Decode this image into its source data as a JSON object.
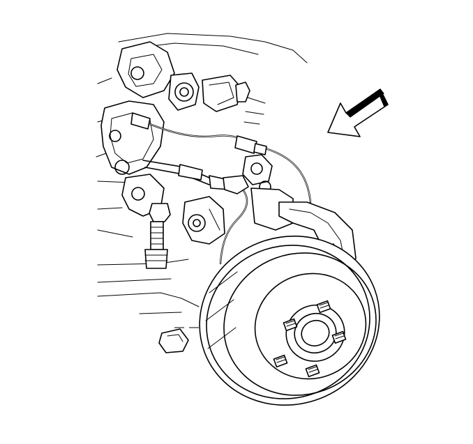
{
  "diagram": {
    "components": [
      {
        "id": "knuckle",
        "icon": "steering-knuckle"
      },
      {
        "id": "brake-hose",
        "icon": "brake-hose"
      },
      {
        "id": "sensor-wire",
        "icon": "abs-sensor-wire"
      },
      {
        "id": "rotor",
        "icon": "brake-rotor"
      },
      {
        "id": "caliper",
        "icon": "brake-caliper"
      },
      {
        "id": "arrow",
        "icon": "direction-arrow"
      }
    ],
    "colors": {
      "line": "#000000",
      "background": "#ffffff",
      "arrow_shade": "#000000"
    }
  }
}
